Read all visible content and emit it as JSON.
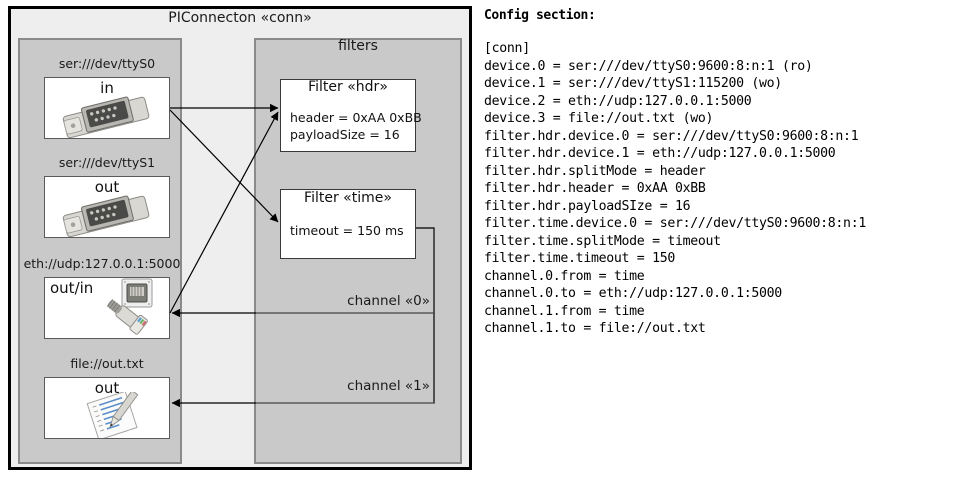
{
  "diagram": {
    "outer_title": "PIConnecton «conn»",
    "devices_group": {
      "devices": [
        {
          "label": "ser:///dev/ttyS0",
          "io": "in",
          "icon": "serial-connector-icon"
        },
        {
          "label": "ser:///dev/ttyS1",
          "io": "out",
          "icon": "serial-connector-icon"
        },
        {
          "label": "eth://udp:127.0.0.1:5000",
          "io": "out/in",
          "icon": "ethernet-connector-icon"
        },
        {
          "label": "file://out.txt",
          "io": "out",
          "icon": "document-pen-icon"
        }
      ]
    },
    "filters_group": {
      "title": "filters",
      "filters": [
        {
          "title": "Filter «hdr»",
          "props": [
            "header = 0xAA 0xBB",
            "payloadSize = 16"
          ]
        },
        {
          "title": "Filter «time»",
          "props": [
            "timeout = 150 ms"
          ]
        }
      ],
      "channels": [
        {
          "label": "channel «0»"
        },
        {
          "label": "channel «1»"
        }
      ]
    }
  },
  "config": {
    "heading": "Config section:",
    "lines": [
      "[conn]",
      "device.0 = ser:///dev/ttyS0:9600:8:n:1 (ro)",
      "device.1 = ser:///dev/ttyS1:115200 (wo)",
      "device.2 = eth://udp:127.0.0.1:5000",
      "device.3 = file://out.txt (wo)",
      "filter.hdr.device.0 = ser:///dev/ttyS0:9600:8:n:1",
      "filter.hdr.device.1 = eth://udp:127.0.0.1:5000",
      "filter.hdr.splitMode = header",
      "filter.hdr.header = 0xAA 0xBB",
      "filter.hdr.payloadSIze = 16",
      "filter.time.device.0 = ser:///dev/ttyS0:9600:8:n:1",
      "filter.time.splitMode = timeout",
      "filter.time.timeout = 150",
      "channel.0.from = time",
      "channel.0.to = eth://udp:127.0.0.1:5000",
      "channel.1.from = time",
      "channel.1.to = file://out.txt"
    ]
  },
  "colors": {
    "outer_bg": "#eeeeee",
    "group_bg": "#c9c9c9",
    "box_bg": "#ffffff",
    "border": "#000000"
  }
}
